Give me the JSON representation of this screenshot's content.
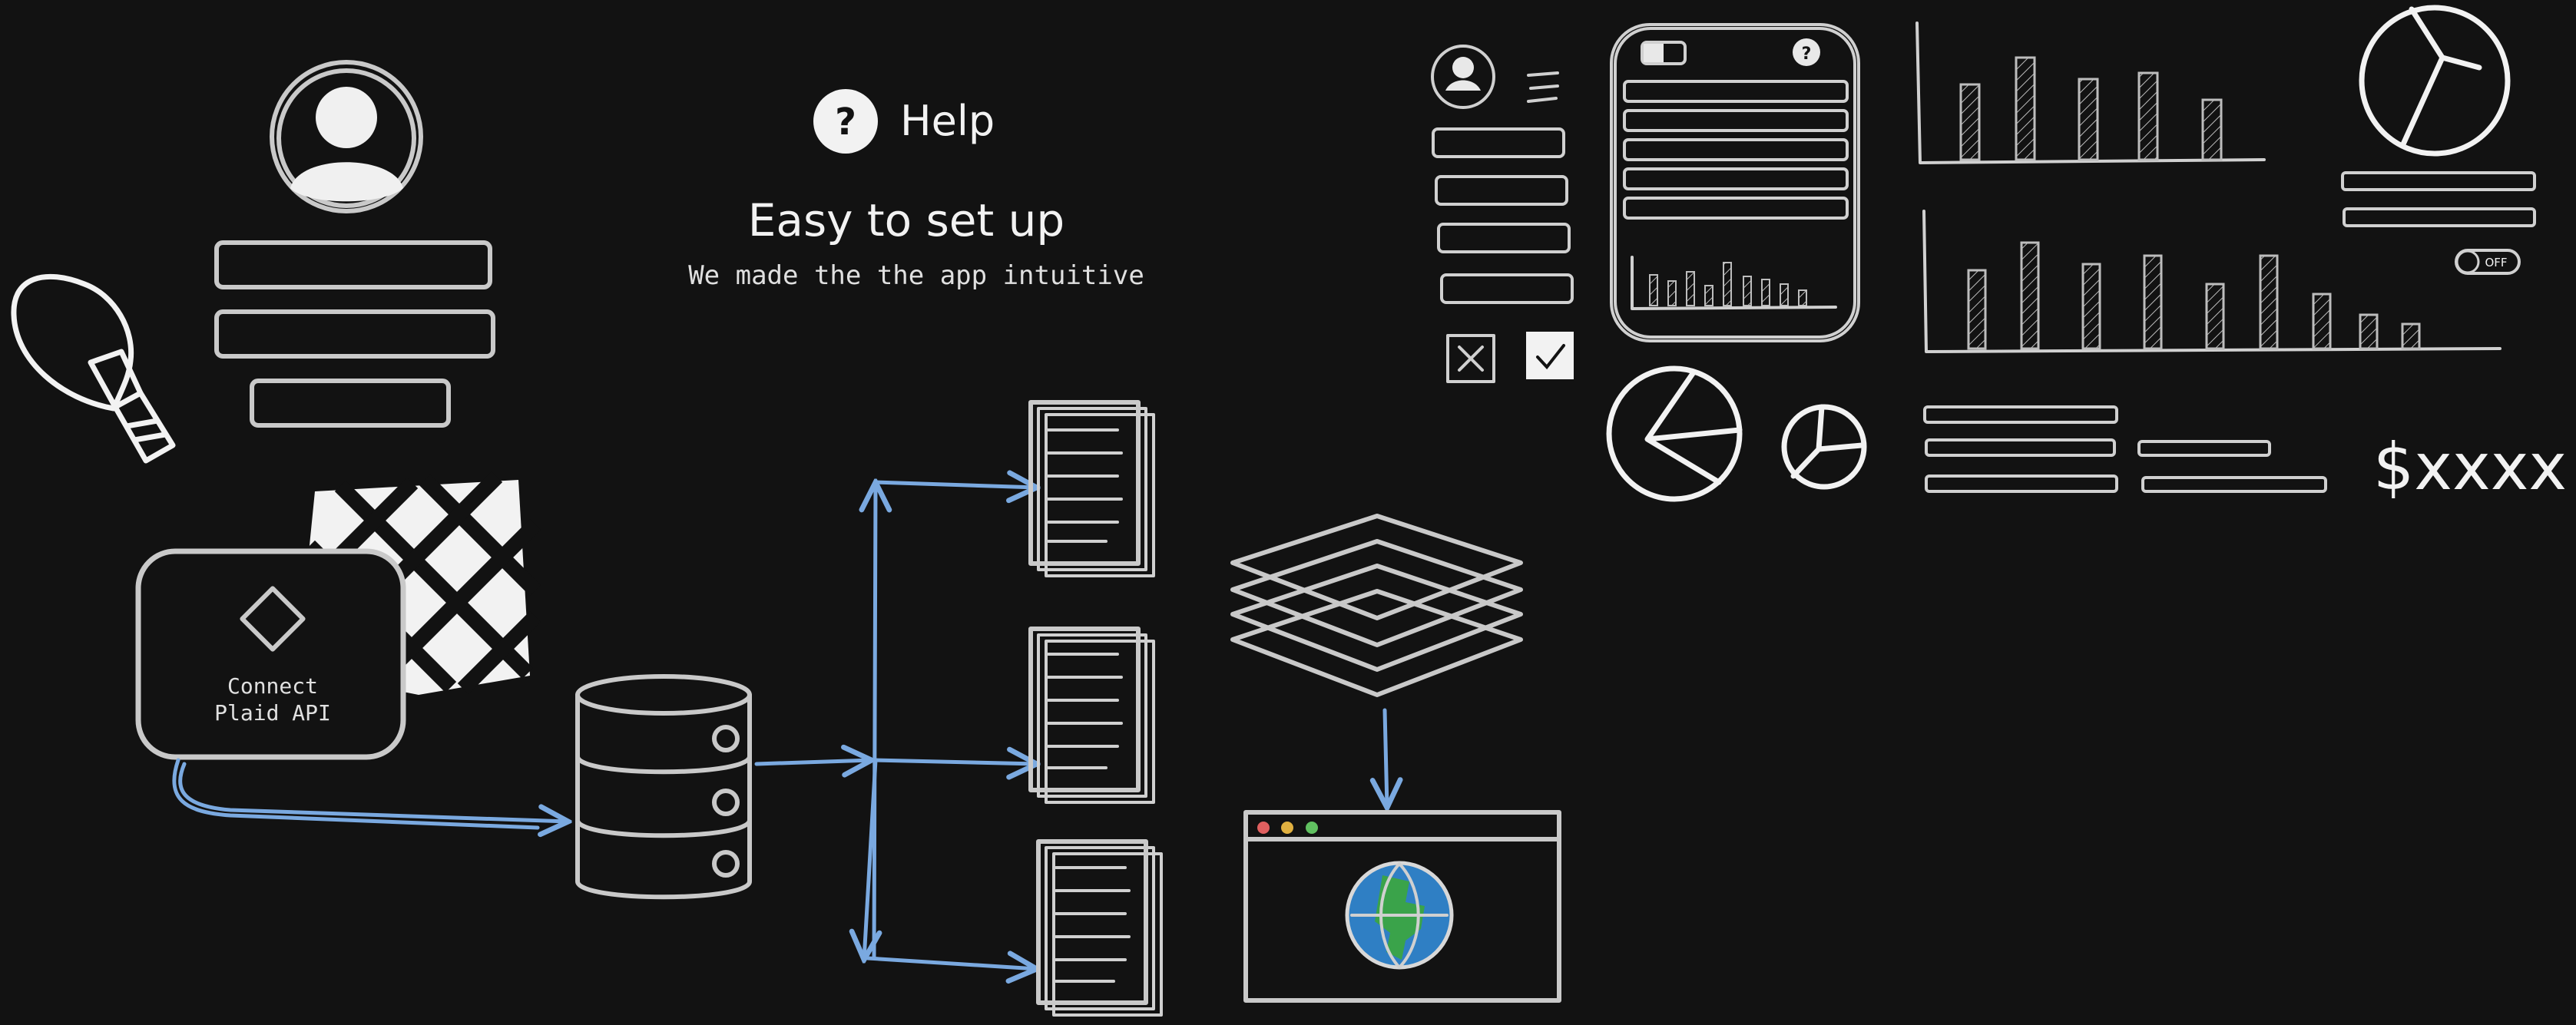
{
  "help": {
    "label": "Help",
    "icon": "question-circle-icon"
  },
  "headline": {
    "title": "Easy to set up",
    "subtitle": "We made the the app intuitive"
  },
  "connect_card": {
    "line1": "Connect",
    "line2": "Plaid API"
  },
  "toggle": {
    "label": "OFF"
  },
  "price": {
    "label": "$xxxx"
  },
  "colors": {
    "background": "#121212",
    "stroke": "#c9c9c9",
    "arrow": "#7aa9e0",
    "globe_water": "#2f7fc4",
    "globe_land": "#3aa34a"
  },
  "icons": [
    "lightbulb-icon",
    "user-avatar-icon",
    "plaid-logo-icon",
    "diamond-icon",
    "database-icon",
    "document-stack-icon",
    "layers-icon",
    "browser-window-icon",
    "globe-icon",
    "close-icon",
    "check-icon",
    "pie-chart-icon",
    "menu-icon"
  ]
}
